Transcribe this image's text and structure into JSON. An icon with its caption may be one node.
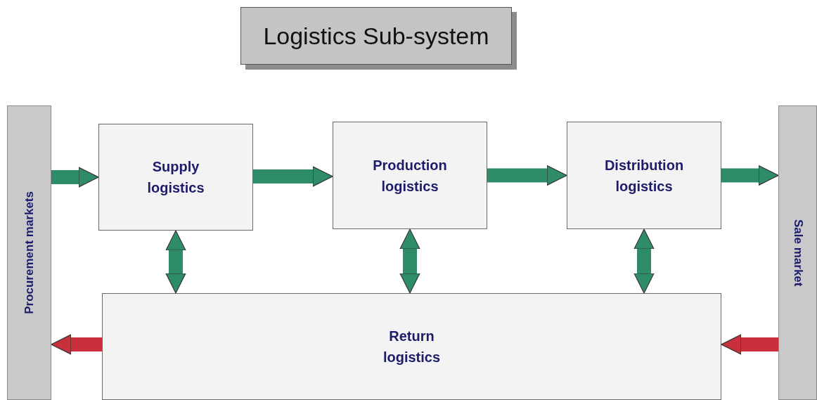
{
  "diagram": {
    "title": "Logistics Sub-system",
    "nodes": [
      {
        "text": [
          "Procurement markets"
        ]
      },
      {
        "text": [
          "Supply logistics"
        ]
      },
      {
        "text": [
          "Production logistics"
        ]
      },
      {
        "text": [
          "Distribution logistics"
        ]
      },
      {
        "text": [
          "Sale market"
        ]
      },
      {
        "text": [
          "Return logistics"
        ]
      }
    ],
    "edges": [
      {
        "from": 0,
        "to": 1,
        "arrow": "to"
      },
      {
        "from": 1,
        "to": 2,
        "arrow": "to"
      },
      {
        "from": 2,
        "to": 3,
        "arrow": "to"
      },
      {
        "from": 3,
        "to": 4,
        "arrow": "to"
      },
      {
        "from": 1,
        "to": 5,
        "arrow": "both"
      },
      {
        "from": 2,
        "to": 5,
        "arrow": "both"
      },
      {
        "from": 3,
        "to": 5,
        "arrow": "both"
      },
      {
        "from": 4,
        "to": 5,
        "arrow": "to",
        "color": "#c8303c"
      },
      {
        "from": 5,
        "to": 0,
        "arrow": "to",
        "color": "#c8303c"
      }
    ]
  }
}
